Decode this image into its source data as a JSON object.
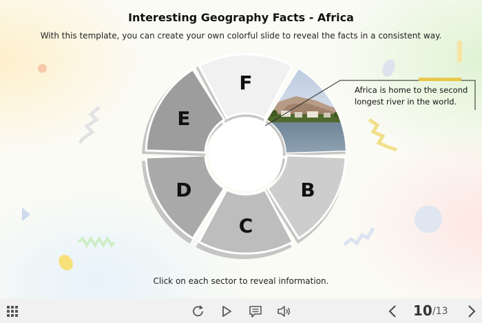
{
  "slide": {
    "title": "Interesting Geography Facts - Africa",
    "subtitle": "With this template, you can create your own colorful slide to reveal the facts in a consistent way.",
    "instruction": "Click on each sector to reveal information."
  },
  "wheel": {
    "sectors": [
      {
        "label": "F",
        "state": "unrevealed",
        "color": "#f1f1f1"
      },
      {
        "label": "",
        "state": "revealed",
        "image": "nile-river-photo"
      },
      {
        "label": "B",
        "state": "unrevealed",
        "color": "#cdcdcd"
      },
      {
        "label": "C",
        "state": "unrevealed",
        "color": "#bdbdbd"
      },
      {
        "label": "D",
        "state": "unrevealed",
        "color": "#a9a9a9"
      },
      {
        "label": "E",
        "state": "unrevealed",
        "color": "#9d9d9d"
      }
    ]
  },
  "callout": {
    "text": "Africa is home to the second longest river in the world.",
    "accent_color": "#e8c84a"
  },
  "toolbar": {
    "icons": [
      "grid-menu-icon",
      "replay-icon",
      "play-icon",
      "comment-icon",
      "audio-icon",
      "previous-icon",
      "next-icon"
    ],
    "page_current": "10",
    "page_total": "/13"
  }
}
